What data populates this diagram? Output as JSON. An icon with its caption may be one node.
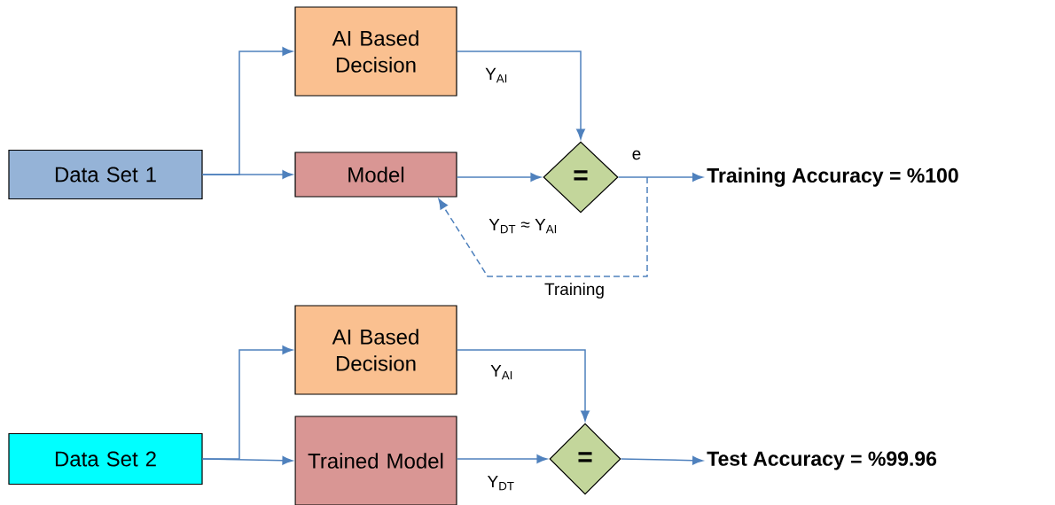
{
  "diagram": {
    "nodes": [
      {
        "text": [
          "Data Set 1"
        ]
      },
      {
        "text": [
          "AI Based Decision"
        ]
      },
      {
        "text": [
          "Model"
        ]
      },
      {
        "text": [
          "="
        ]
      },
      {
        "text": [
          "Training Accuracy = %100"
        ]
      },
      {
        "text": [
          "Data Set 2"
        ]
      },
      {
        "text": [
          "AI Based Decision"
        ]
      },
      {
        "text": [
          "Trained Model"
        ]
      },
      {
        "text": [
          "="
        ]
      },
      {
        "text": [
          "Test Accuracy = %99.96"
        ]
      }
    ],
    "edges": [
      {
        "from": 0,
        "to": 1,
        "arrow": "to"
      },
      {
        "from": 0,
        "to": 2,
        "arrow": "to"
      },
      {
        "from": 1,
        "to": 3,
        "arrow": "to",
        "label": "Y$_{AI}$"
      },
      {
        "from": 2,
        "to": 3,
        "arrow": "to",
        "label": "Y$_{DT}$ ≈ Y$_{AI}$"
      },
      {
        "from": 3,
        "to": 4,
        "arrow": "to",
        "label": "e"
      },
      {
        "from": 3,
        "to": 2,
        "arrow": "to",
        "label": "Training",
        "style": "dashed"
      },
      {
        "from": 5,
        "to": 6,
        "arrow": "to"
      },
      {
        "from": 5,
        "to": 7,
        "arrow": "to"
      },
      {
        "from": 6,
        "to": 8,
        "arrow": "to",
        "label": "Y$_{AI}$"
      },
      {
        "from": 7,
        "to": 8,
        "arrow": "to",
        "label": "Y$_{DT}$"
      },
      {
        "from": 8,
        "to": 9,
        "arrow": "to"
      }
    ]
  }
}
